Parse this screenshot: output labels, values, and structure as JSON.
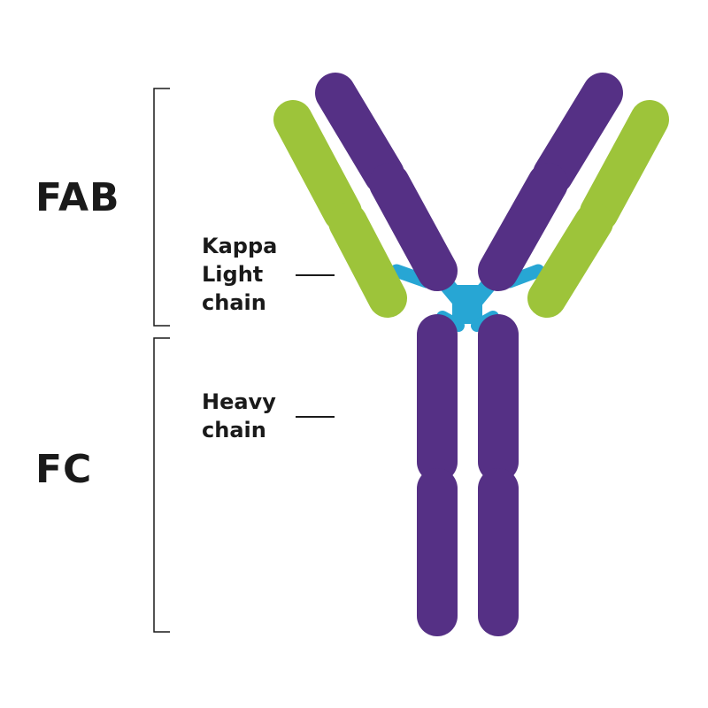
{
  "regions": {
    "fab_label": "FAB",
    "fc_label": "FC"
  },
  "chains": {
    "light_line1": "Kappa",
    "light_line2": "Light",
    "light_line3": "chain",
    "heavy_line1": "Heavy",
    "heavy_line2": "chain"
  },
  "colors": {
    "heavy_chain": "#553085",
    "light_chain": "#9dc43a",
    "disulfide_bond": "#27a6d4",
    "text": "#1a1a1a"
  }
}
